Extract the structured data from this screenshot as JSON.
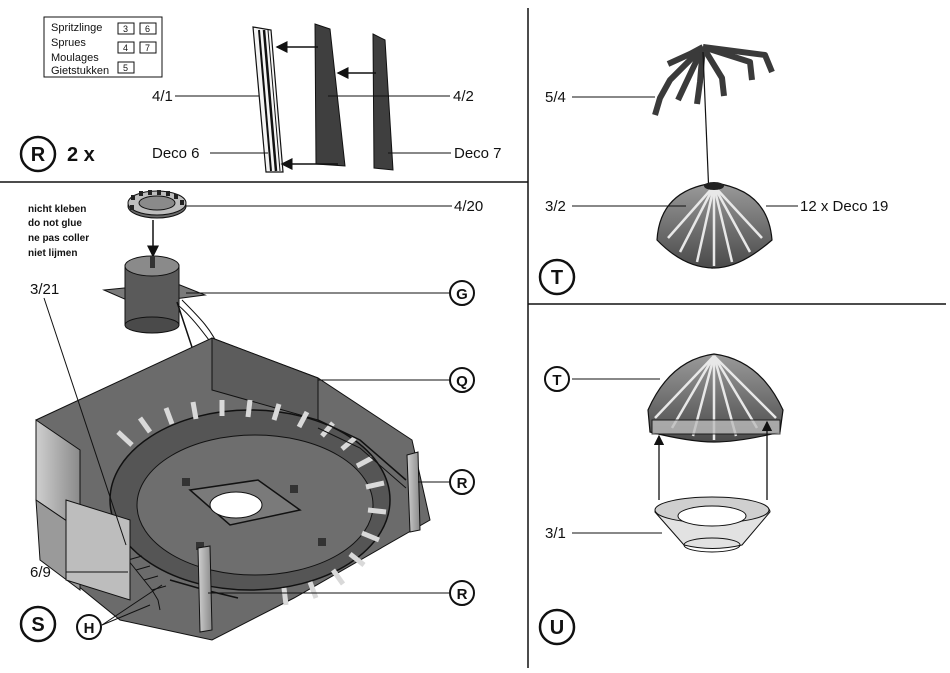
{
  "legend": {
    "rows": [
      {
        "label": "Spritzlinge",
        "boxes": [
          "3",
          "6"
        ]
      },
      {
        "label": "Sprues",
        "boxes": []
      },
      {
        "label": "Moulages",
        "boxes": [
          "4",
          "7"
        ]
      },
      {
        "label": "Gietstukken",
        "boxes": [
          "5"
        ]
      }
    ]
  },
  "panel_r": {
    "step": "R",
    "multiplier": "2 x",
    "parts": {
      "p1": "4/1",
      "p2": "4/2",
      "deco_left": "Deco 6",
      "deco_right": "Deco 7"
    }
  },
  "panel_s": {
    "step": "S",
    "notes": [
      "nicht kleben",
      "do not glue",
      "ne pas coller",
      "niet lijmen"
    ],
    "parts": {
      "p20": "4/20",
      "p21": "3/21",
      "p69": "6/9"
    },
    "refs": {
      "g": "G",
      "q": "Q",
      "r1": "R",
      "r2": "R",
      "h": "H"
    }
  },
  "panel_t": {
    "step": "T",
    "parts": {
      "p54": "5/4",
      "p32": "3/2",
      "deco": "12 x Deco 19"
    }
  },
  "panel_u": {
    "step": "U",
    "parts": {
      "p31": "3/1"
    },
    "refs": {
      "t": "T"
    }
  },
  "colors": {
    "ink": "#111111",
    "dark_part": "#3f3f3f",
    "mid_part": "#7a7a7a",
    "light_part": "#d6d6d6"
  }
}
